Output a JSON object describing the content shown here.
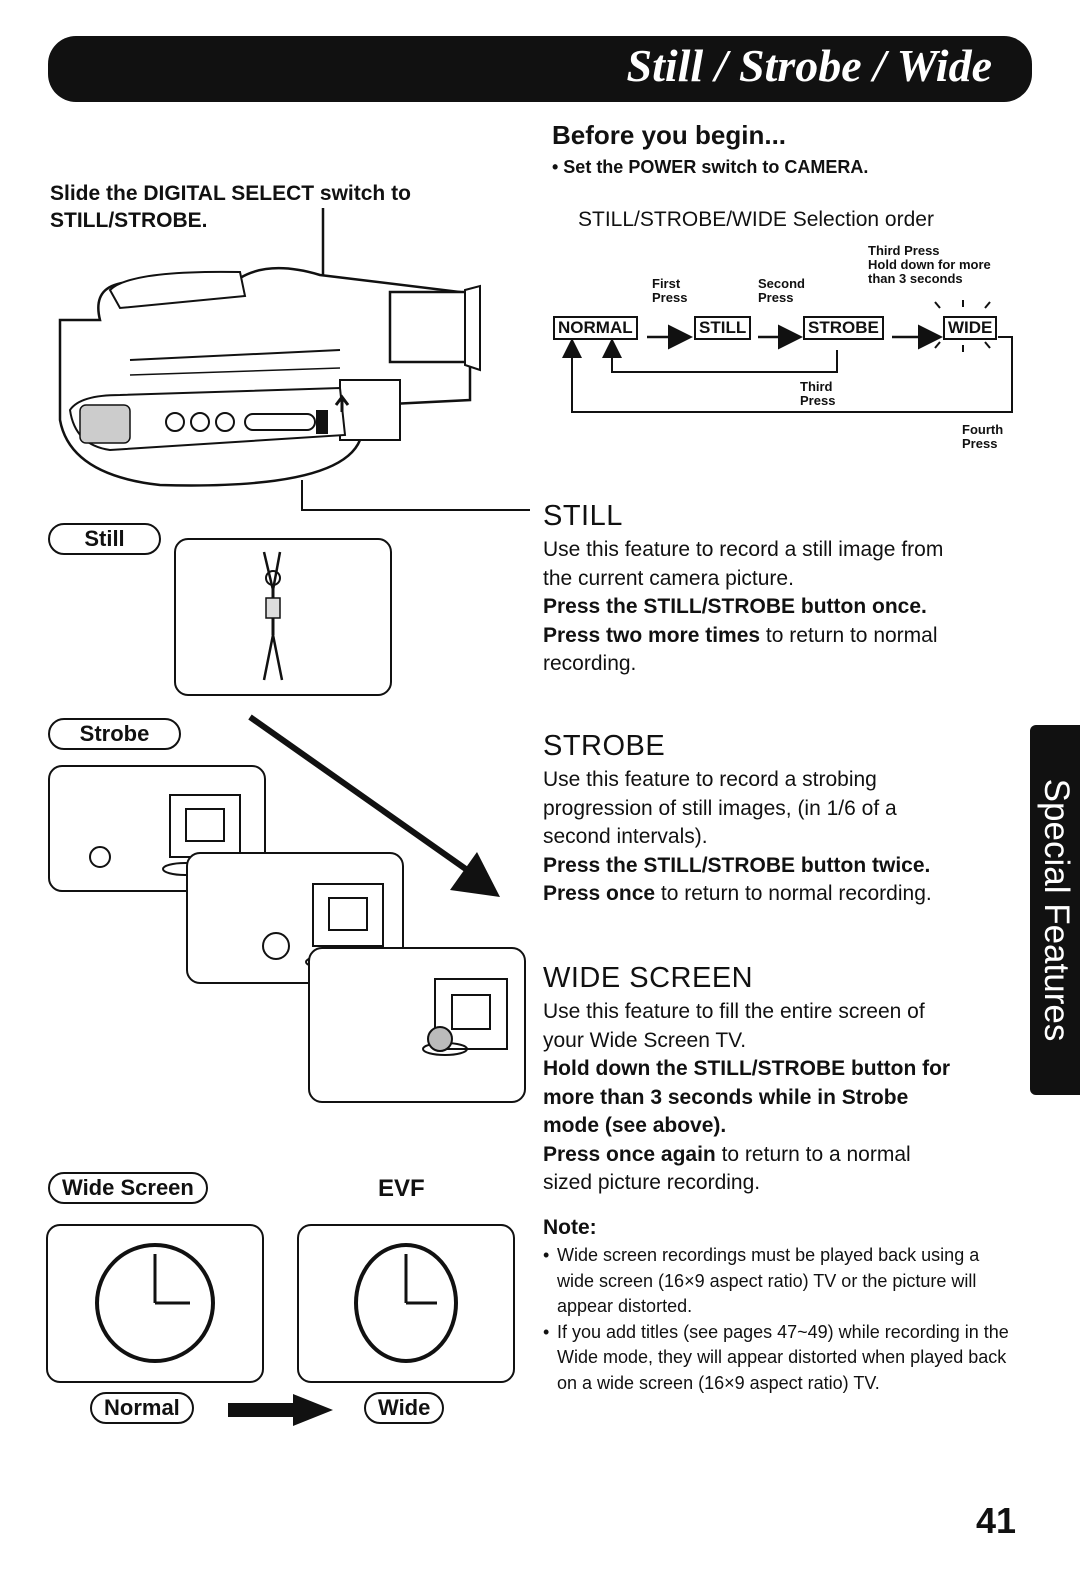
{
  "header": {
    "title": "Still / Strobe / Wide"
  },
  "side_tab": {
    "label": "Special Features"
  },
  "before": {
    "heading": "Before you begin...",
    "bullet": "• Set the POWER switch to CAMERA."
  },
  "selection": {
    "title": "STILL/STROBE/WIDE Selection order",
    "boxes": [
      "NORMAL",
      "STILL",
      "STROBE",
      "WIDE"
    ],
    "first_press": [
      "First",
      "Press"
    ],
    "second_press": [
      "Second",
      "Press"
    ],
    "third_press_top": [
      "Third Press",
      "Hold down for more",
      "than 3 seconds"
    ],
    "third_press_bottom": [
      "Third",
      "Press"
    ],
    "fourth_press": [
      "Fourth",
      "Press"
    ]
  },
  "instruction": [
    "Slide the DIGITAL SELECT switch to",
    "STILL/STROBE."
  ],
  "labels": {
    "still": "Still",
    "strobe": "Strobe",
    "wide_screen": "Wide Screen",
    "evf": "EVF",
    "normal": "Normal",
    "wide": "Wide"
  },
  "sections": {
    "still": {
      "heading": "STILL",
      "text": [
        "Use this feature to record a still image from",
        "the current camera picture."
      ],
      "bold1": "Press the STILL/STROBE button once.",
      "bold2": "Press two more times",
      "tail": " to return to normal",
      "tail2": "recording."
    },
    "strobe": {
      "heading": "STROBE",
      "text": [
        "Use this feature to record a strobing",
        "progression of still images, (in 1/6 of a",
        "second intervals)."
      ],
      "bold1": "Press the STILL/STROBE button twice.",
      "bold2": "Press once",
      "tail": " to return to normal recording."
    },
    "wide": {
      "heading": "WIDE SCREEN",
      "text": [
        "Use this feature to fill the entire screen of",
        "your Wide Screen TV."
      ],
      "bold": [
        "Hold down the STILL/STROBE button for",
        "more than 3 seconds while in Strobe",
        "mode (see above)."
      ],
      "bold2": "Press once again",
      "tail": " to return to a normal",
      "tail2": "sized picture recording."
    }
  },
  "note": {
    "heading": "Note:",
    "items": [
      "Wide screen recordings must be played back using a wide screen (16×9 aspect ratio) TV or the picture will appear distorted.",
      "If you add titles (see pages 47~49) while recording in the Wide mode, they will appear distorted when played back on a wide screen (16×9 aspect ratio) TV."
    ]
  },
  "page_number": "41"
}
